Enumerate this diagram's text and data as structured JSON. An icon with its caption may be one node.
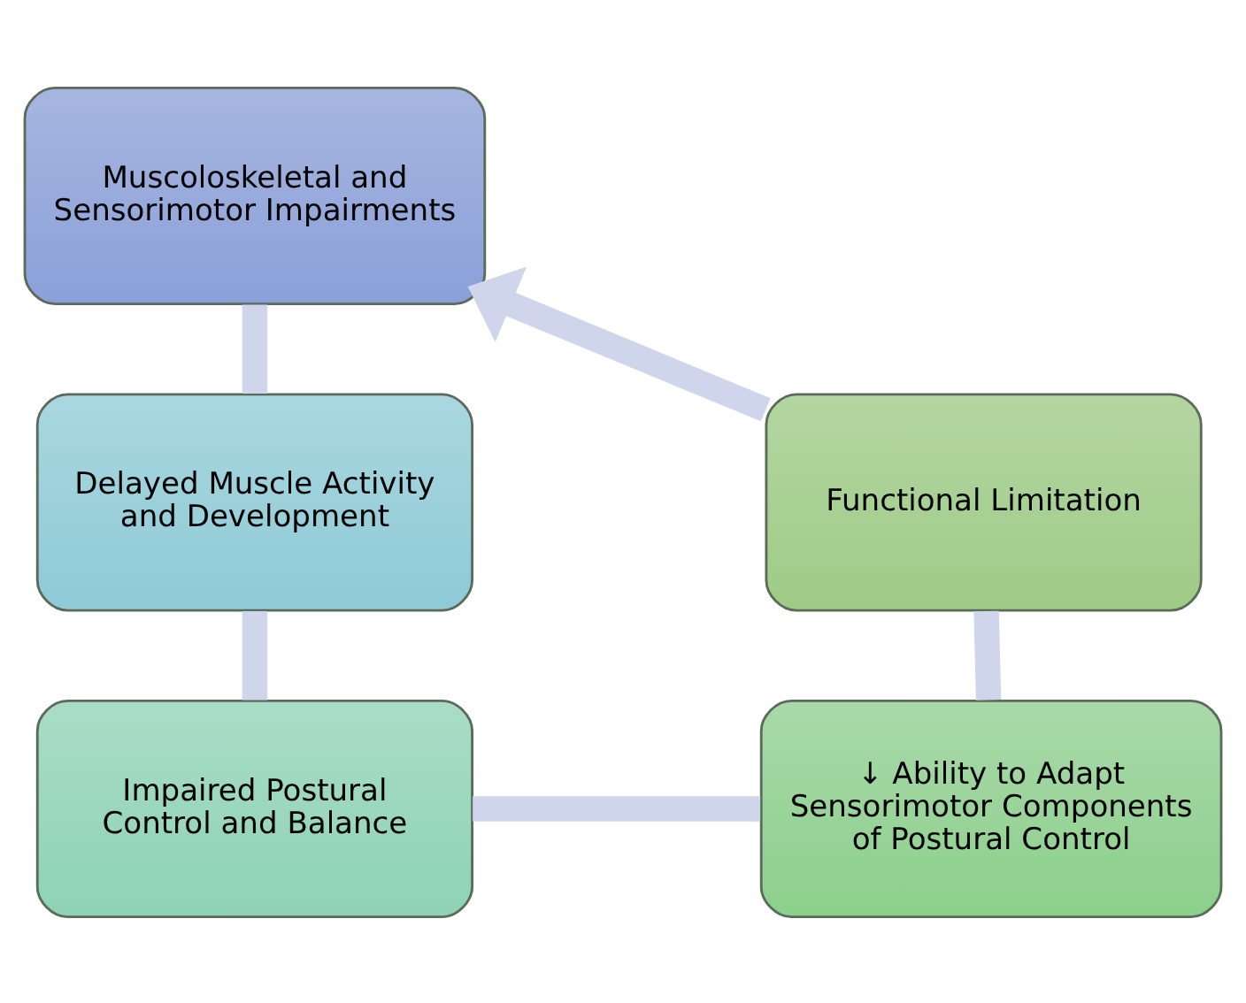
{
  "diagram": {
    "nodes": [
      {
        "text": [
          "Muscoloskeletal and Sensorimotor Impairments"
        ]
      },
      {
        "text": [
          "Functional Limitation"
        ]
      },
      {
        "text": [
          "Delayed Muscle Activity and Development"
        ]
      },
      {
        "text": [
          "↓ Ability to Adapt Sensorimotor Components of Postural Control"
        ]
      },
      {
        "text": [
          "Impaired Postural Control and Balance"
        ]
      }
    ],
    "edges": [
      {
        "from": 0,
        "to": 2,
        "arrow": "none"
      },
      {
        "from": 2,
        "to": 4,
        "arrow": "none"
      },
      {
        "from": 4,
        "to": 3,
        "arrow": "none"
      },
      {
        "from": 3,
        "to": 1,
        "arrow": "none"
      },
      {
        "from": 1,
        "to": 0,
        "arrow": "to"
      }
    ]
  }
}
